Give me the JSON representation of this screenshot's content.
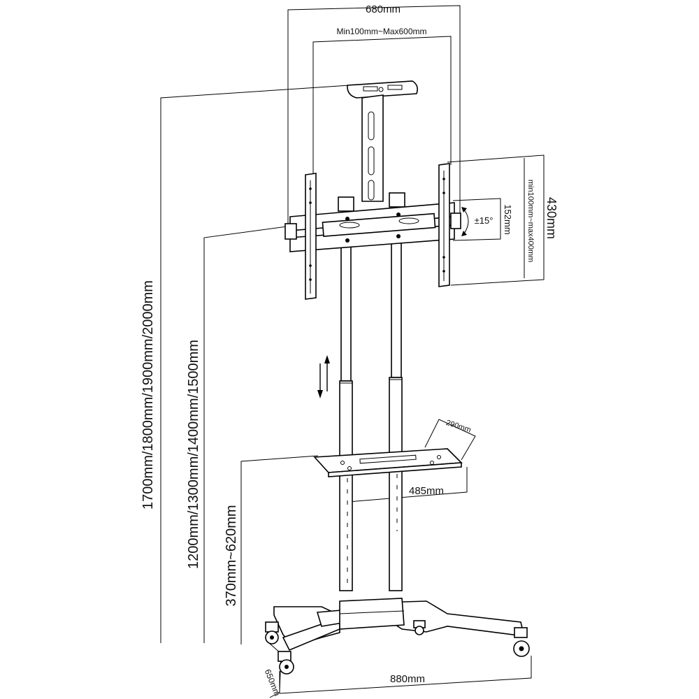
{
  "dimensions": {
    "overall_width": "680mm",
    "vesa_width": "Min100mm~Max600mm",
    "bracket_height": "430mm",
    "vesa_height": "min100mm~max400mm",
    "tilt_range": "152mm",
    "tilt_angle": "±15°",
    "total_height": "1700mm/1800mm/1900mm/2000mm",
    "mount_height": "1200mm/1300mm/1400mm/1500mm",
    "shelf_height": "370mm~620mm",
    "shelf_depth": "290mm",
    "shelf_width": "485mm",
    "base_depth": "650mm",
    "base_width": "880mm"
  }
}
